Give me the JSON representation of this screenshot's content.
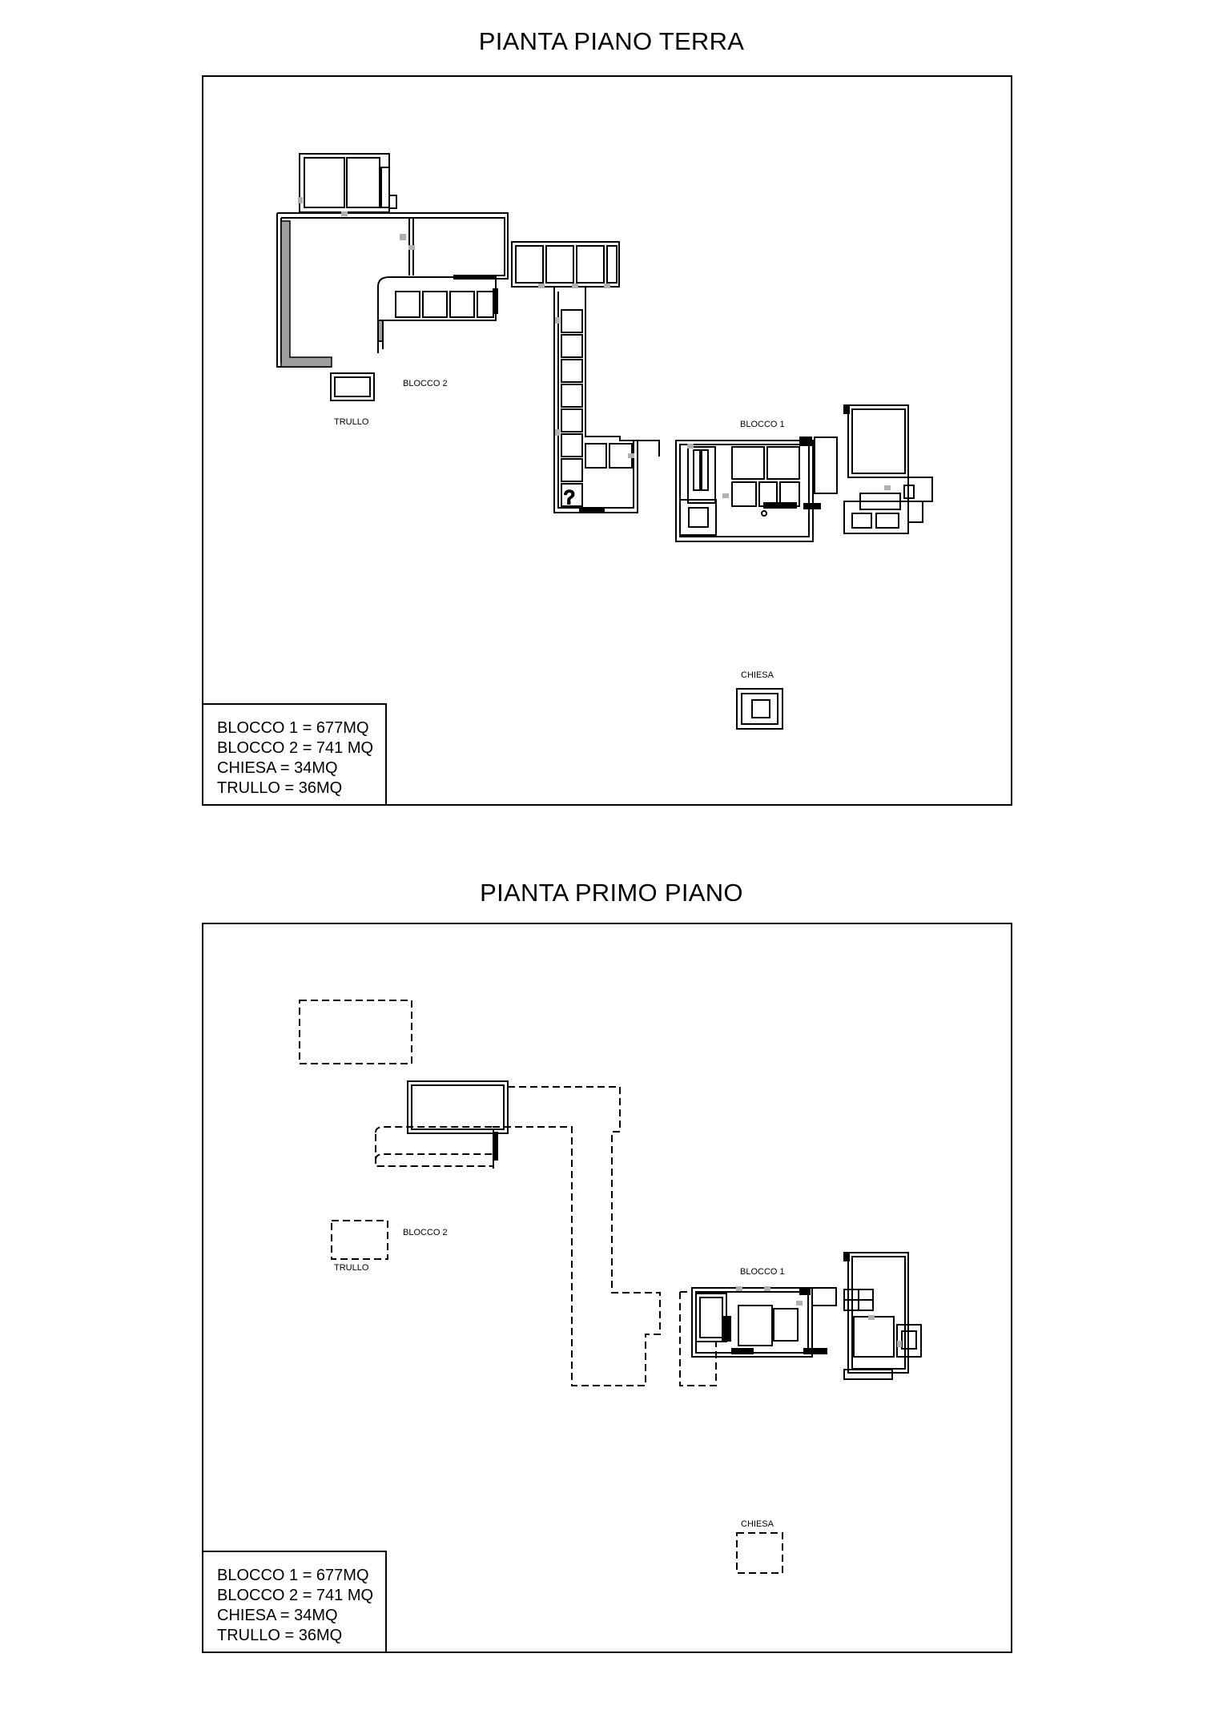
{
  "ground_floor": {
    "title": "PIANTA PIANO TERRA",
    "labels": {
      "blocco2": "BLOCCO 2",
      "blocco1": "BLOCCO 1",
      "trullo": "TRULLO",
      "chiesa": "CHIESA",
      "unknown_room": "?"
    },
    "legend": [
      "BLOCCO 1 = 677MQ",
      "BLOCCO 2 = 741 MQ",
      "CHIESA = 34MQ",
      "TRULLO = 36MQ"
    ]
  },
  "first_floor": {
    "title": "PIANTA PRIMO PIANO",
    "labels": {
      "blocco2": "BLOCCO 2",
      "blocco1": "BLOCCO 1",
      "trullo": "TRULLO",
      "chiesa": "CHIESA"
    },
    "legend": [
      "BLOCCO 1 = 677MQ",
      "BLOCCO 2 = 741 MQ",
      "CHIESA = 34MQ",
      "TRULLO = 36MQ"
    ]
  },
  "colors": {
    "line": "#000000",
    "wall_fill": "#9e9e9e",
    "opening": "#b0b0b0",
    "background": "#ffffff"
  }
}
